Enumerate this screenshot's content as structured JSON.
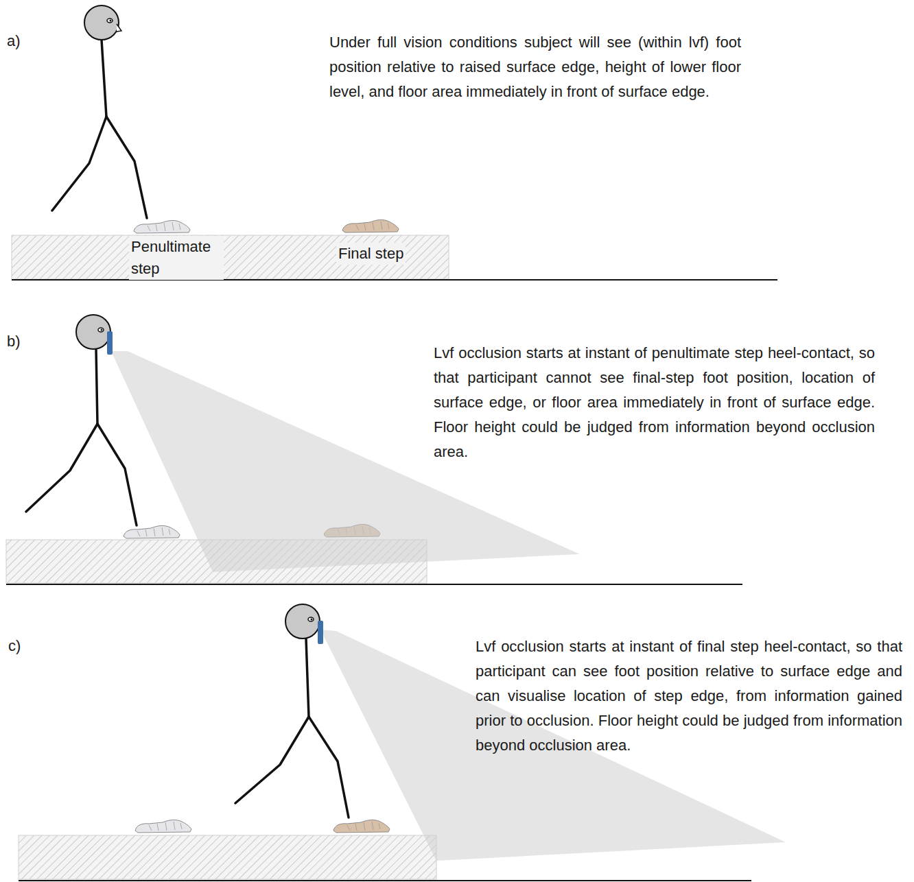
{
  "diagram": {
    "labels": [
      "a)",
      "Under full vision conditions subject will see (within lvf) foot position relative to raised surface edge, height of lower floor level, and floor area immediately in front of surface edge.",
      "Penultimate step",
      "Final step",
      "b)",
      "Lvf occlusion starts at instant of penultimate step heel-contact, so that participant cannot see final-step foot position, location of surface edge, or floor area immediately in front of surface edge. Floor height could be judged from information beyond occlusion area.",
      "c)",
      "Lvf occlusion starts at instant of final step heel-contact, so that participant can see foot position relative to surface edge and can visualise location of step edge, from information gained prior to occlusion. Floor height could be judged from information beyond occlusion area."
    ]
  }
}
